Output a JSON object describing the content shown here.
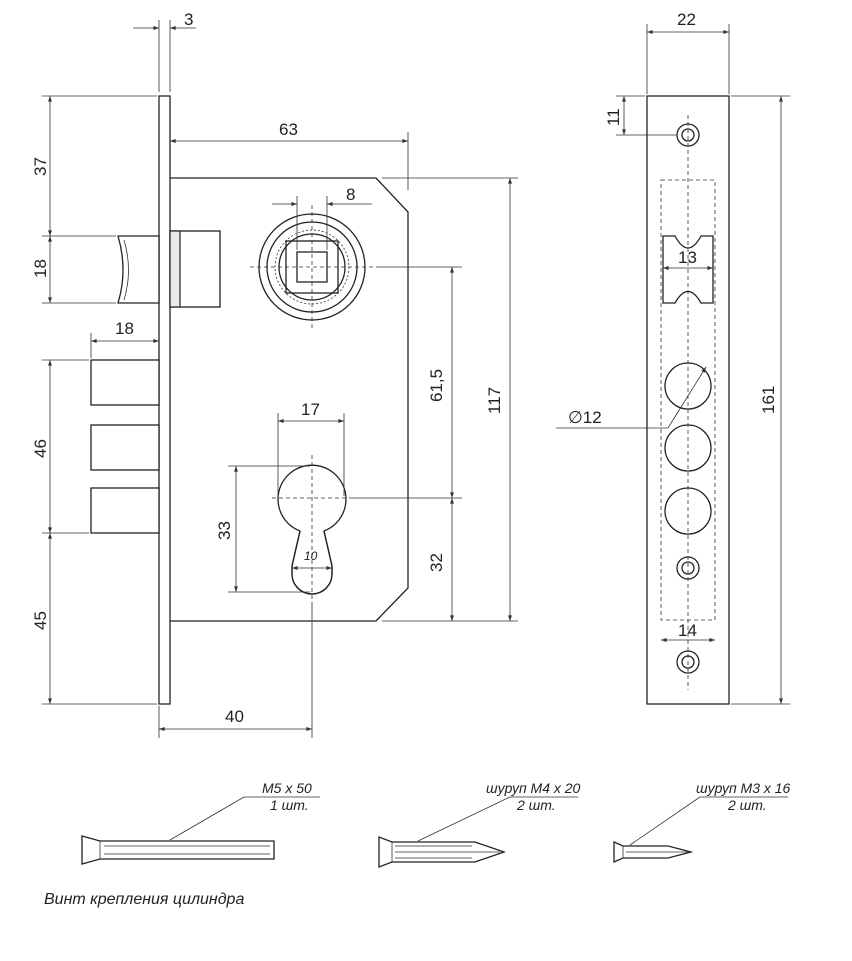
{
  "dimensions": {
    "faceplate_thickness": "3",
    "body_width": "63",
    "top_offset": "37",
    "latch_height": "18",
    "deadbolt_throw": "18",
    "deadbolt_span": "46",
    "bottom_offset": "45",
    "spindle_square": "8",
    "spindle_to_cylinder": "61,5",
    "cylinder_to_bottom": "32",
    "body_height": "117",
    "cylinder_width": "17",
    "cylinder_height": "33",
    "cylinder_slot": "10",
    "backset": "40",
    "faceplate_width": "22",
    "screw_from_top": "11",
    "latch_slot_width": "13",
    "bolt_diameter": "∅12",
    "faceplate_length": "161",
    "hole_spacing": "14"
  },
  "screws": [
    {
      "name": "M5 x 50",
      "qty": "1 шт."
    },
    {
      "name": "шуруп М4 х 20",
      "qty": "2 шт."
    },
    {
      "name": "шуруп М3 х 16",
      "qty": "2 шт."
    }
  ],
  "caption": "Винт крепления цилиндра"
}
